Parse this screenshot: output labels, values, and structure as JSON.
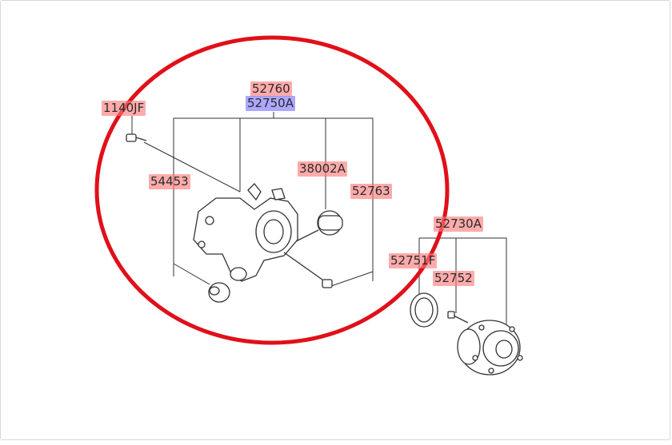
{
  "colors": {
    "highlight_default": "#ff7878",
    "highlight_selected": "#8c87ff",
    "annotation_circle": "#e0101a",
    "linework": "#333333"
  },
  "parts": [
    {
      "key": "p52760",
      "label": "52760"
    },
    {
      "key": "p52750A",
      "label": "52750A",
      "selected": true
    },
    {
      "key": "p1140JF",
      "label": "1140JF"
    },
    {
      "key": "p54453",
      "label": "54453"
    },
    {
      "key": "p38002A",
      "label": "38002A"
    },
    {
      "key": "p52763",
      "label": "52763"
    },
    {
      "key": "p52730A",
      "label": "52730A"
    },
    {
      "key": "p52751F",
      "label": "52751F"
    },
    {
      "key": "p52752",
      "label": "52752"
    }
  ]
}
